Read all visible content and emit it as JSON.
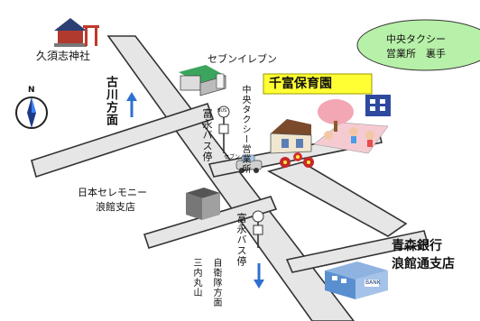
{
  "labels": {
    "shrine": "久須志神社",
    "furukawa": "古川方面",
    "seven_eleven": "セブンイレブン",
    "taxi_office": "中央タクシー営業所",
    "nursery": "千富保育園",
    "taxi_back_line1": "中央タクシー",
    "taxi_back_line2": "営業所　裏手",
    "bus_stop_upper": "富永バス停",
    "bus_stop_lower": "富永バス停",
    "ceremony_line1": "日本セレモニー",
    "ceremony_line2": "浪館支店",
    "jsdf": "自衛隊方面",
    "sannai": "三内丸山",
    "bank_line1": "青森銀行",
    "bank_line2": "浪館通支店",
    "compass_n": "N",
    "bus_sign": "BUS",
    "bank_sign": "BANK",
    "seven_sign": "セブン"
  },
  "colors": {
    "road_fill": "#e6e6e6",
    "road_edge": "#333333",
    "arrow": "#2f6fd0",
    "nursery_bg": "#ffff33",
    "taxi_bubble": "#b7f0a8",
    "bank_building": "#5a8fcf"
  },
  "icons": {
    "compass": "compass-icon",
    "shrine": "torii-shrine-icon",
    "convenience_store": "convenience-store-icon",
    "house": "taxi-office-house-icon",
    "school": "nursery-school-building-icon",
    "bus_stop": "bus-stop-sign-icon",
    "bank": "bank-building-icon",
    "ceremony": "ceremony-hall-building-icon"
  }
}
